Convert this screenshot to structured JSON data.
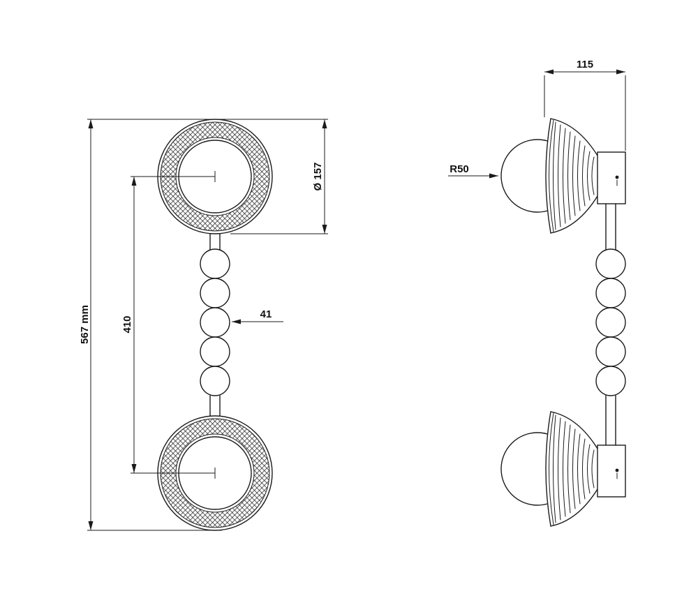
{
  "drawing": {
    "background": "#ffffff",
    "line_color": "#1a1a1a",
    "labels": {
      "overall_height": "567 mm",
      "center_distance": "410",
      "shade_diameter": "Ø 157",
      "bead_diameter": "41",
      "fixture_depth": "115",
      "ball_radius": "R50"
    }
  }
}
